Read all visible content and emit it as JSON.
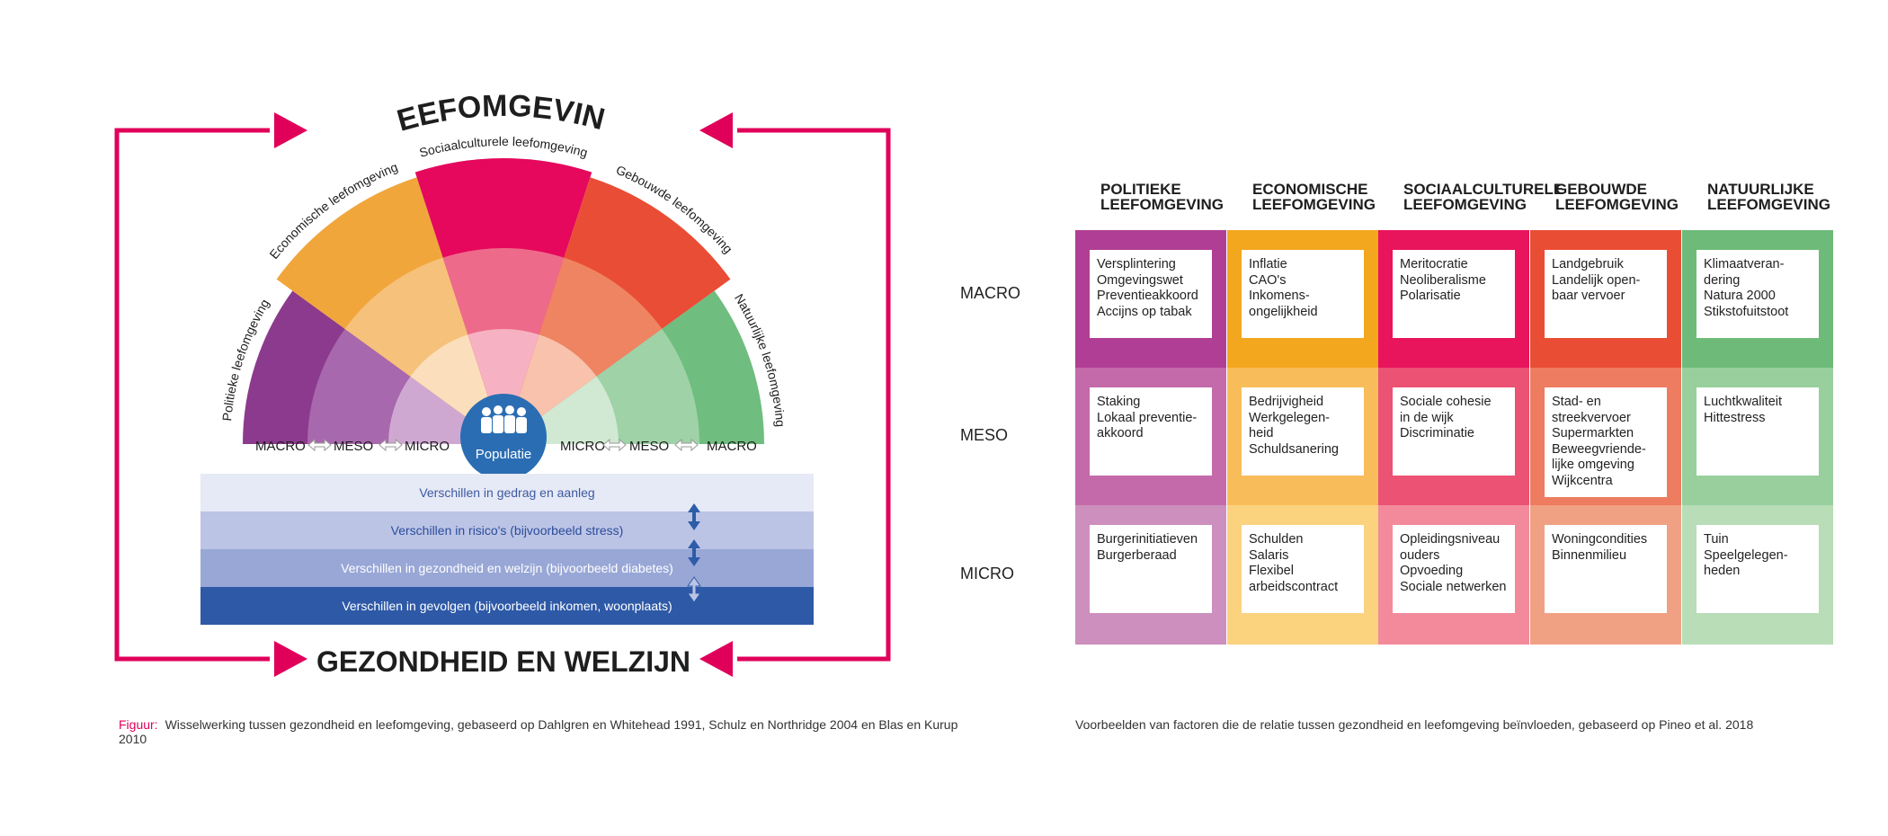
{
  "left": {
    "top_title": "LEEFOMGEVING",
    "bottom_title": "GEZONDHEID EN WELZIJN",
    "sectors": [
      {
        "label": "Politieke leefomgeving",
        "colors": [
          "#8c3a8d",
          "#a868ad",
          "#cfa8d2"
        ]
      },
      {
        "label": "Economische leefomgeving",
        "colors": [
          "#f1a63c",
          "#f6c27b",
          "#fbdfbc"
        ]
      },
      {
        "label": "Sociaalculturele leefomgeving",
        "colors": [
          "#e5085c",
          "#ee6a8a",
          "#f6b2c2"
        ]
      },
      {
        "label": "Gebouwde leefomgeving",
        "colors": [
          "#e94d36",
          "#ef8462",
          "#f8c2ad"
        ]
      },
      {
        "label": "Natuurlijke leefomgeving",
        "colors": [
          "#6fbd7f",
          "#9fd2a7",
          "#d1e9d2"
        ]
      }
    ],
    "level_labels_left": [
      "MACRO",
      "MESO",
      "MICRO"
    ],
    "level_labels_right": [
      "MICRO",
      "MESO",
      "MACRO"
    ],
    "center_label": "Populatie",
    "bands": [
      {
        "text": "Verschillen in gedrag en aanleg",
        "bg": "#e6e9f6",
        "fg": "#3d5aa0"
      },
      {
        "text": "Verschillen in risico's (bijvoorbeeld stress)",
        "bg": "#bcc4e6",
        "fg": "#2b4d9a"
      },
      {
        "text": "Verschillen in gezondheid en welzijn (bijvoorbeeld diabetes)",
        "bg": "#99a7d6",
        "fg": "#ffffff"
      },
      {
        "text": "Verschillen in gevolgen (bijvoorbeeld inkomen, woonplaats)",
        "bg": "#2e59a7",
        "fg": "#ffffff"
      }
    ],
    "caption_label": "Figuur:",
    "caption_text": "Wisselwerking tussen gezondheid en leefomgeving, gebaseerd op Dahlgren en Whitehead 1991, Schulz en Northridge 2004 en Blas en Kurup 2010"
  },
  "right": {
    "columns": [
      {
        "title": [
          "POLITIEKE",
          "LEEFOMGEVING"
        ],
        "colors": [
          "#b03e94",
          "#c46aaa",
          "#cd8fbd"
        ]
      },
      {
        "title": [
          "ECONOMISCHE",
          "LEEFOMGEVING"
        ],
        "colors": [
          "#f3a71e",
          "#f8bd5a",
          "#fbd27e"
        ]
      },
      {
        "title": [
          "SOCIAALCULTURELE",
          "LEEFOMGEVING"
        ],
        "colors": [
          "#e8145c",
          "#ec5273",
          "#f28a9b"
        ]
      },
      {
        "title": [
          "GEBOUWDE",
          "LEEFOMGEVING"
        ],
        "colors": [
          "#e94e35",
          "#ee7c60",
          "#f1a183"
        ]
      },
      {
        "title": [
          "NATUURLIJKE",
          "LEEFOMGEVING"
        ],
        "colors": [
          "#6ebb79",
          "#98cf9d",
          "#b8ddb7"
        ]
      }
    ],
    "rows": [
      "MACRO",
      "MESO",
      "MICRO"
    ],
    "cells": [
      [
        [
          "Versplintering",
          "Omgevingswet",
          "Preventieakkoord",
          "Accijns op tabak"
        ],
        [
          "Inflatie",
          "CAO's",
          "Inkomens-",
          "ongelijkheid"
        ],
        [
          "Meritocratie",
          "Neoliberalisme",
          "Polarisatie"
        ],
        [
          "Landgebruik",
          "Landelijk open-",
          "baar vervoer"
        ],
        [
          "Klimaatveran-",
          "dering",
          "Natura 2000",
          "Stikstofuitstoot"
        ]
      ],
      [
        [
          "Staking",
          "Lokaal preventie-",
          "akkoord"
        ],
        [
          "Bedrijvigheid",
          "Werkgelegen-",
          "heid",
          "Schuldsanering"
        ],
        [
          "Sociale cohesie",
          "in de wijk",
          "Discriminatie"
        ],
        [
          "Stad- en",
          "streekvervoer",
          "Supermarkten",
          "Beweegvriende-",
          "lijke omgeving",
          "Wijkcentra"
        ],
        [
          "Luchtkwaliteit",
          "Hittestress"
        ]
      ],
      [
        [
          "Burgerinitiatieven",
          "Burgerberaad"
        ],
        [
          "Schulden",
          "Salaris",
          "Flexibel",
          "arbeidscontract"
        ],
        [
          "Opleidingsniveau",
          "ouders",
          "Opvoeding",
          "Sociale netwerken"
        ],
        [
          "Woningcondities",
          "Binnenmilieu"
        ],
        [
          "Tuin",
          "Speelgelegen-",
          "heden"
        ]
      ]
    ],
    "caption_text": "Voorbeelden van factoren die de relatie tussen gezondheid en leefomgeving beïnvloeden, gebaseerd op Pineo et al. 2018"
  },
  "colors": {
    "arrow": "#e0005a",
    "center": "#2a6db3",
    "double_arrow": "#2d5ca8"
  }
}
